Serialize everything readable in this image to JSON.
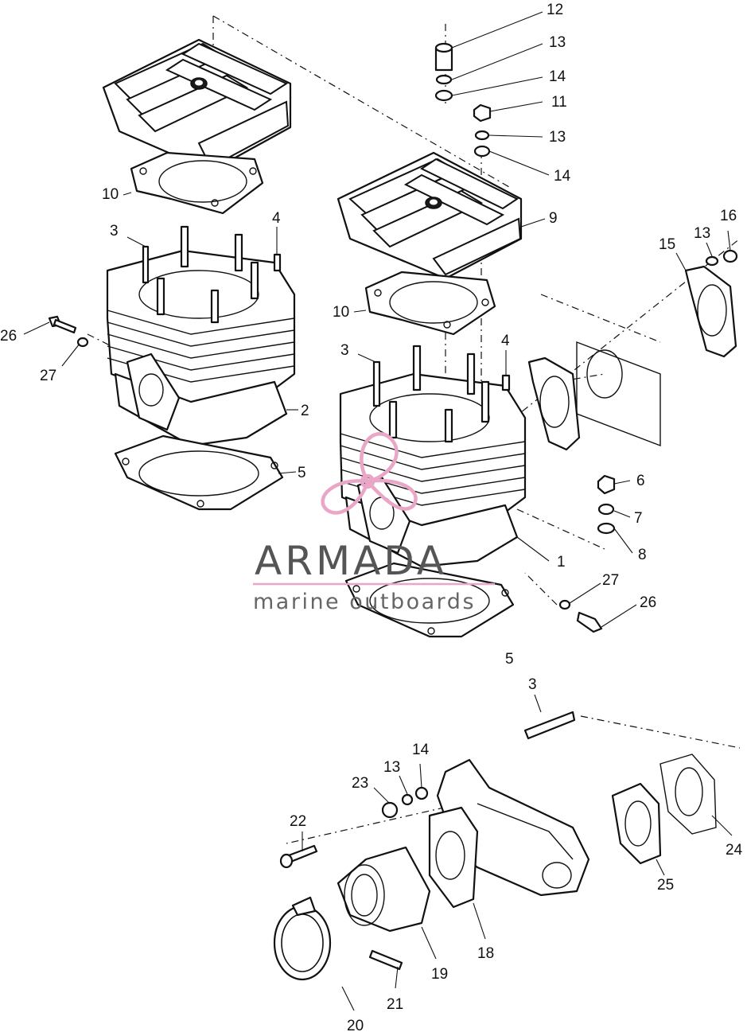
{
  "watermark": {
    "brand": "ARMADA",
    "tagline": "marine outboards",
    "accent_color": "#e9a6c7",
    "text_color": "#555555"
  },
  "callouts": {
    "c12": "12",
    "c13a": "13",
    "c14a": "14",
    "c11": "11",
    "c13b": "13",
    "c14b": "14",
    "c9": "9",
    "c16": "16",
    "c13c": "13",
    "c15": "15",
    "c10a": "10",
    "c3a": "3",
    "c4a": "4",
    "c26a": "26",
    "c27a": "27",
    "c2": "2",
    "c5a": "5",
    "c10b": "10",
    "c3b": "3",
    "c4b": "4",
    "c6": "6",
    "c7": "7",
    "c8": "8",
    "c1": "1",
    "c27b": "27",
    "c26b": "26",
    "c5b": "5",
    "c3c": "3",
    "c14c": "14",
    "c13d": "13",
    "c23": "23",
    "c22": "22",
    "c24": "24",
    "c25": "25",
    "c18": "18",
    "c19": "19",
    "c21": "21",
    "c20": "20"
  }
}
